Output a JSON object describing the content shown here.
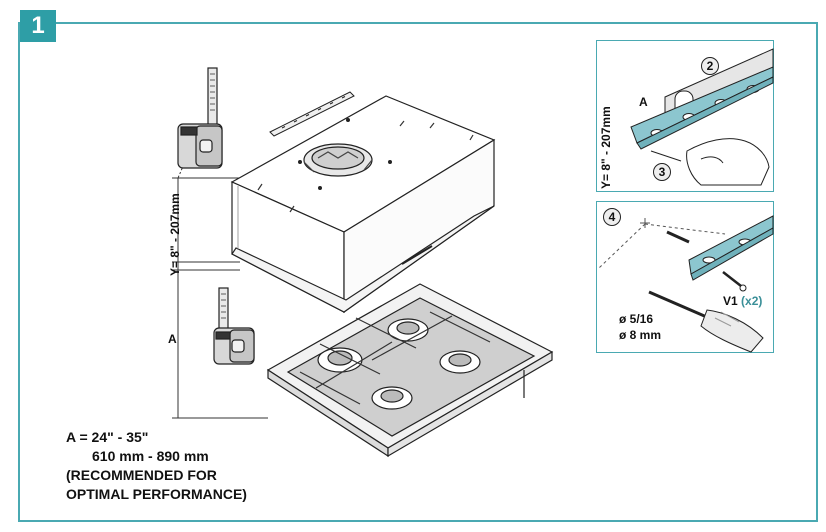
{
  "step_number": "1",
  "dimensions": {
    "y_label": "Y= 8\" - 207mm",
    "a_label": "A"
  },
  "spec": {
    "a_range": "A = 24\" - 35\"",
    "a_range_mm": "610 mm - 890 mm",
    "note_line1": "(RECOMMENDED FOR",
    "note_line2": "OPTIMAL PERFORMANCE)"
  },
  "inset1": {
    "step2": "2",
    "step3": "3",
    "label_a": "A",
    "y_label": "Y= 8\" - 207mm"
  },
  "inset2": {
    "step4": "4",
    "drill_in": "ø 5/16",
    "drill_mm": "ø 8 mm",
    "screw_label": "V1",
    "screw_qty": "(x2)"
  },
  "colors": {
    "accent": "#2e9ea6",
    "frame": "#4aa9b2",
    "bracket": "#8cc6cf"
  }
}
